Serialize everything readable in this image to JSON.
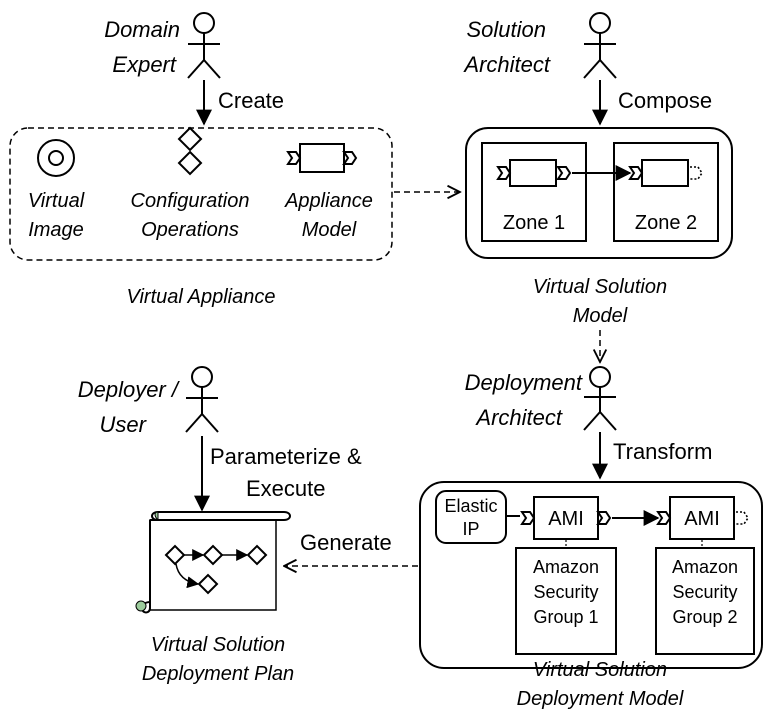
{
  "actors": {
    "domain_expert": [
      "Domain",
      "Expert"
    ],
    "solution_architect": [
      "Solution",
      "Architect"
    ],
    "deployer_user": [
      "Deployer /",
      "User"
    ],
    "deployment_architect": [
      "Deployment",
      "Architect"
    ]
  },
  "actions": {
    "create": "Create",
    "compose": "Compose",
    "parameterize": [
      "Parameterize &",
      "Execute"
    ],
    "transform": "Transform",
    "generate": "Generate"
  },
  "virtual_appliance": {
    "label": "Virtual Appliance",
    "virtual_image": [
      "Virtual",
      "Image"
    ],
    "configuration_operations": [
      "Configuration",
      "Operations"
    ],
    "appliance_model": [
      "Appliance",
      "Model"
    ]
  },
  "virtual_solution_model": {
    "label": [
      "Virtual Solution",
      "Model"
    ],
    "zone1": "Zone 1",
    "zone2": "Zone 2"
  },
  "deployment_model": {
    "label": [
      "Virtual Solution",
      "Deployment Model"
    ],
    "elastic_ip": [
      "Elastic",
      "IP"
    ],
    "ami1": "AMI",
    "ami2": "AMI",
    "sg1": [
      "Amazon",
      "Security",
      "Group 1"
    ],
    "sg2": [
      "Amazon",
      "Security",
      "Group 2"
    ]
  },
  "deployment_plan": {
    "label": [
      "Virtual Solution",
      "Deployment Plan"
    ]
  }
}
